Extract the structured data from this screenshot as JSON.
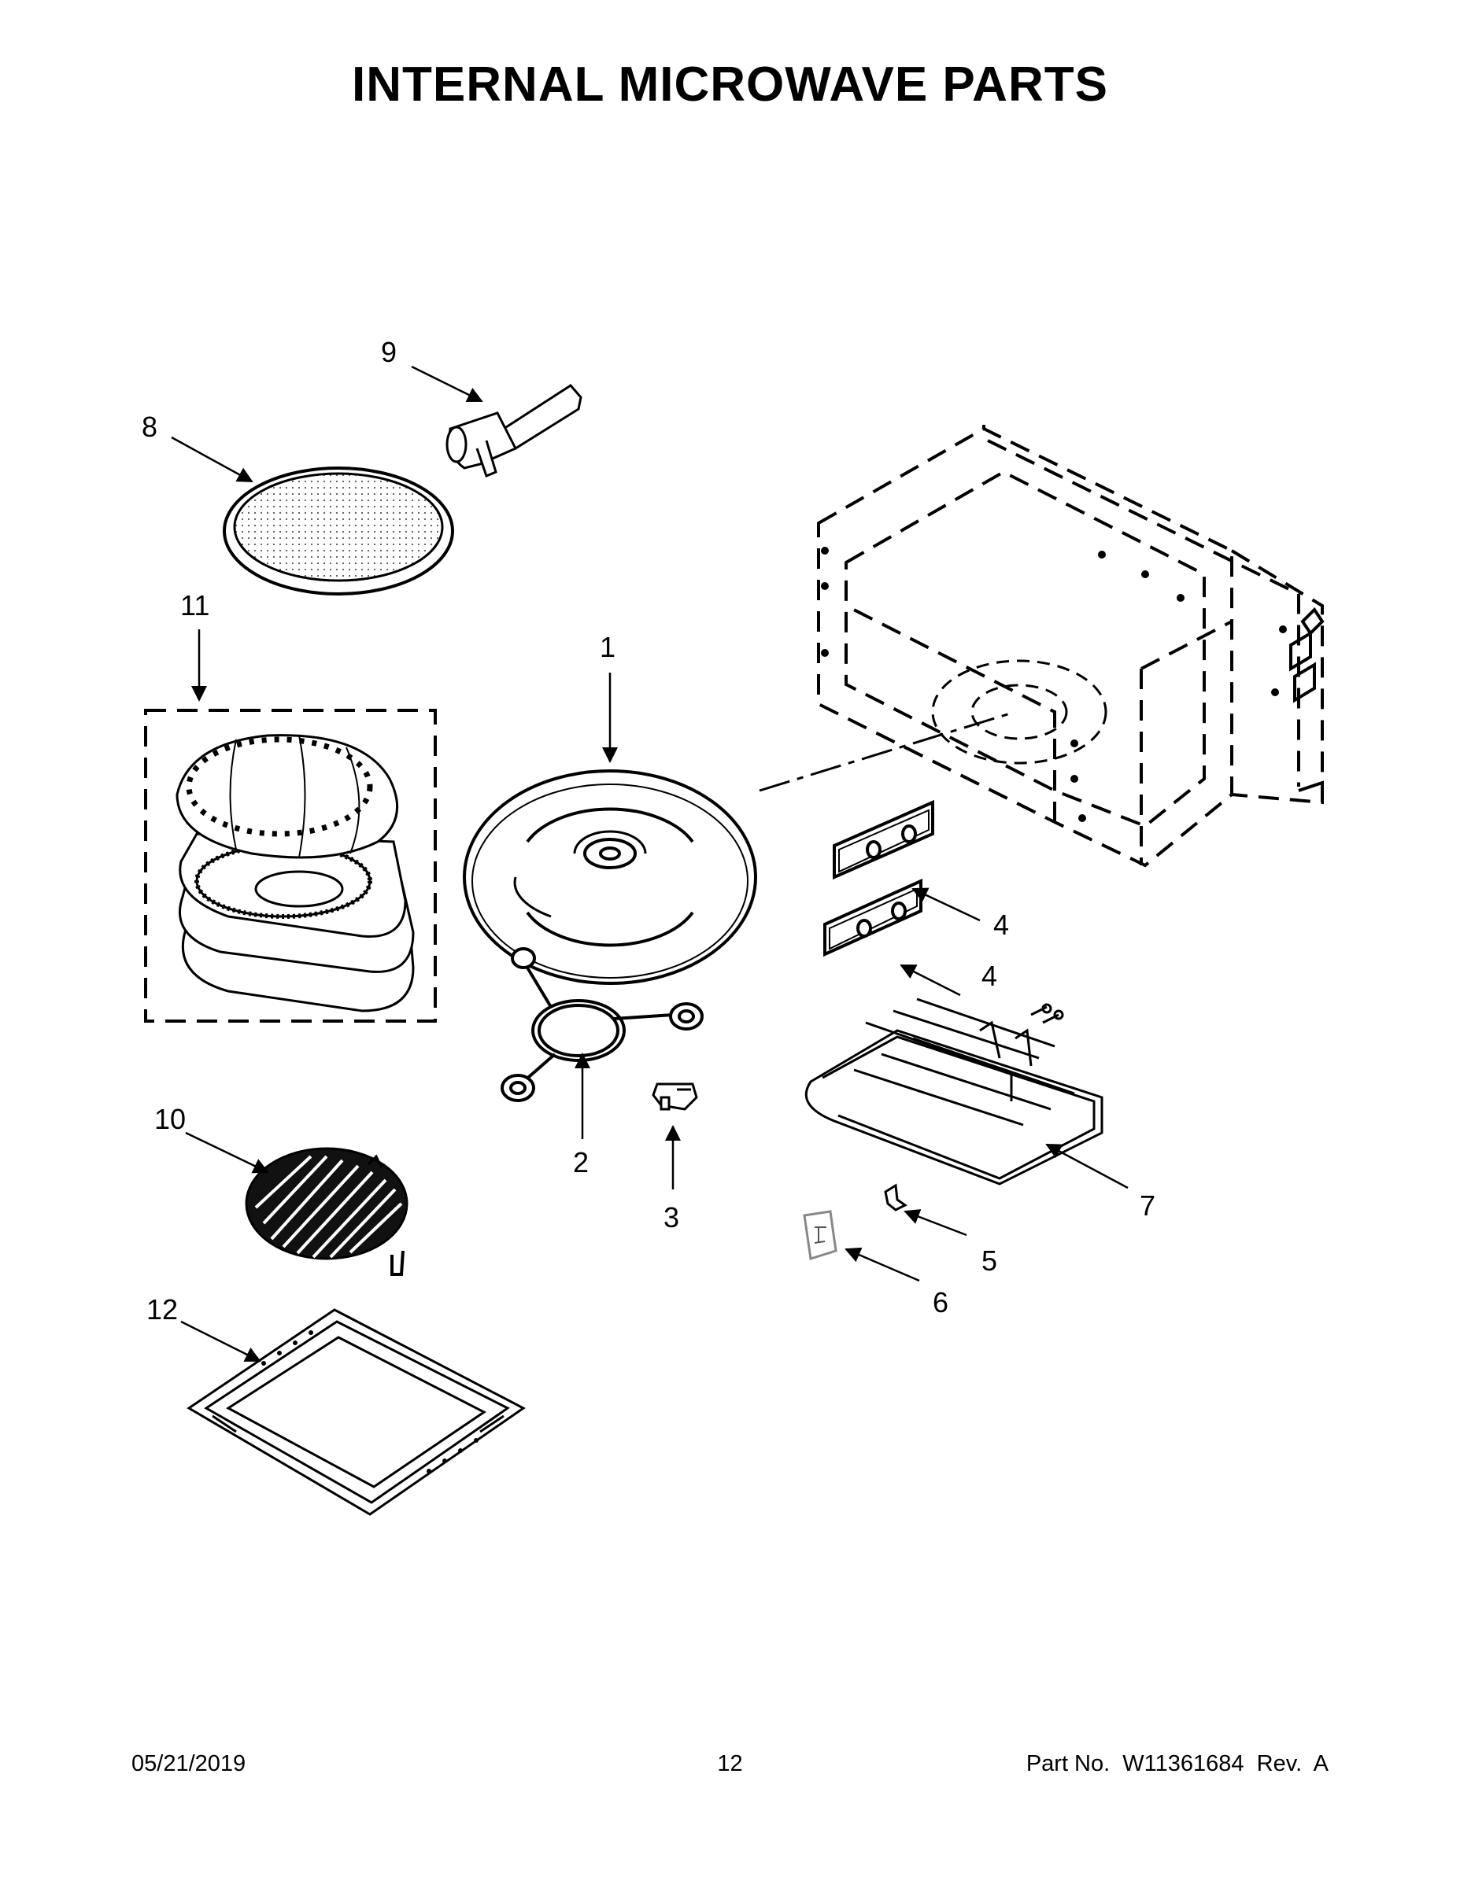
{
  "title": "INTERNAL MICROWAVE PARTS",
  "callouts": [
    "1",
    "2",
    "3",
    "4",
    "4",
    "5",
    "6",
    "7",
    "8",
    "9",
    "10",
    "11",
    "12"
  ],
  "footer": {
    "date": "05/21/2019",
    "page": "12",
    "part_number": "Part No.  W11361684  Rev.  A"
  }
}
